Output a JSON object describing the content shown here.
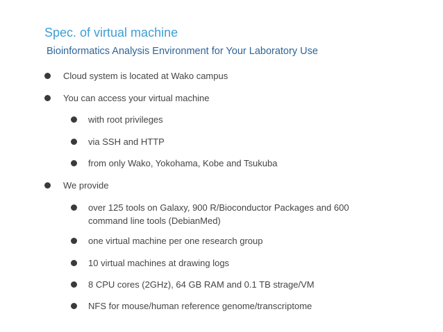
{
  "slide": {
    "title": "Spec. of virtual machine",
    "subtitle": "Bioinformatics Analysis Environment for Your Laboratory Use",
    "bullets": [
      {
        "text": "Cloud system is located at Wako campus"
      },
      {
        "text": "You can access your virtual machine"
      },
      {
        "text": "with root privileges"
      },
      {
        "text": "via SSH and HTTP"
      },
      {
        "text": "from only Wako, Yokohama, Kobe and Tsukuba"
      },
      {
        "text": "We provide"
      },
      {
        "text": "over 125 tools on Galaxy, 900 R/Bioconductor Packages and 600 command line tools (DebianMed)"
      },
      {
        "text": "one virtual machine per one research group"
      },
      {
        "text": "10 virtual machines at drawing logs"
      },
      {
        "text": "8 CPU cores (2GHz), 64 GB RAM and 0.1 TB strage/VM"
      },
      {
        "text": "NFS for mouse/human reference genome/transcriptome"
      }
    ]
  }
}
